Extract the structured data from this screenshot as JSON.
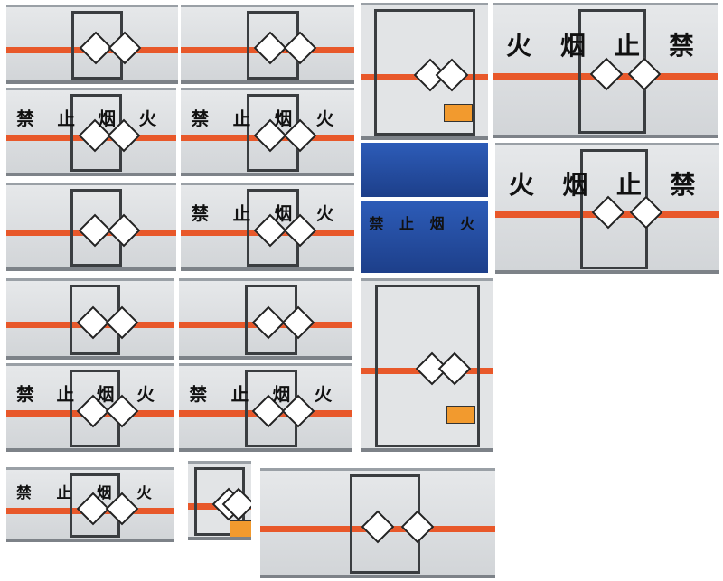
{
  "tiles": [
    {
      "chars": []
    },
    {
      "chars": []
    },
    {
      "chars": []
    },
    {
      "chars": [
        "火",
        "烟",
        "止",
        "禁"
      ]
    },
    {
      "chars": [
        "禁",
        "止",
        "烟",
        "火"
      ]
    },
    {
      "chars": [
        "禁",
        "止",
        "烟",
        "火"
      ]
    },
    {
      "chars": []
    },
    {
      "chars": [
        "火",
        "烟",
        "止",
        "禁"
      ]
    },
    {
      "chars": []
    },
    {
      "chars": [
        "禁",
        "止",
        "烟",
        "火"
      ]
    },
    {
      "chars": [
        "禁",
        "止",
        "烟",
        "火"
      ]
    },
    {
      "chars": []
    },
    {
      "chars": []
    },
    {
      "chars": []
    },
    {
      "chars": [
        "禁",
        "止",
        "烟",
        "火"
      ]
    },
    {
      "chars": [
        "禁",
        "止",
        "烟",
        "火"
      ]
    },
    {
      "chars": [
        "禁",
        "止",
        "烟",
        "火"
      ]
    },
    {
      "chars": []
    },
    {
      "chars": []
    }
  ],
  "colors": {
    "stripe": "#e8582a",
    "panel": "#e0e2e4",
    "blue": "#2d5cb8"
  }
}
